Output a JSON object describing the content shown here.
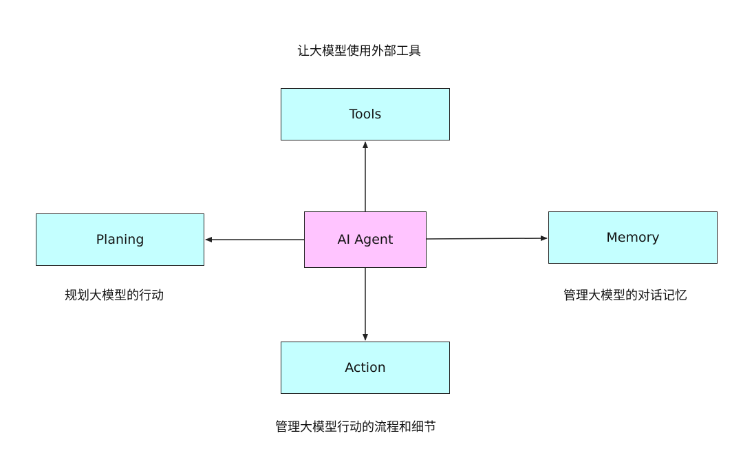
{
  "colors": {
    "node_fill": "#c4ffff",
    "agent_fill": "#ffc4ff",
    "stroke": "#222222"
  },
  "nodes": {
    "agent": {
      "label": "AI Agent"
    },
    "tools": {
      "label": "Tools",
      "caption": "让大模型使用外部工具"
    },
    "planing": {
      "label": "Planing",
      "caption": "规划大模型的行动"
    },
    "memory": {
      "label": "Memory",
      "caption": "管理大模型的对话记忆"
    },
    "action": {
      "label": "Action",
      "caption": "管理大模型行动的流程和细节"
    }
  },
  "edges": [
    {
      "from": "agent",
      "to": "tools"
    },
    {
      "from": "agent",
      "to": "planing"
    },
    {
      "from": "agent",
      "to": "memory"
    },
    {
      "from": "agent",
      "to": "action"
    }
  ]
}
